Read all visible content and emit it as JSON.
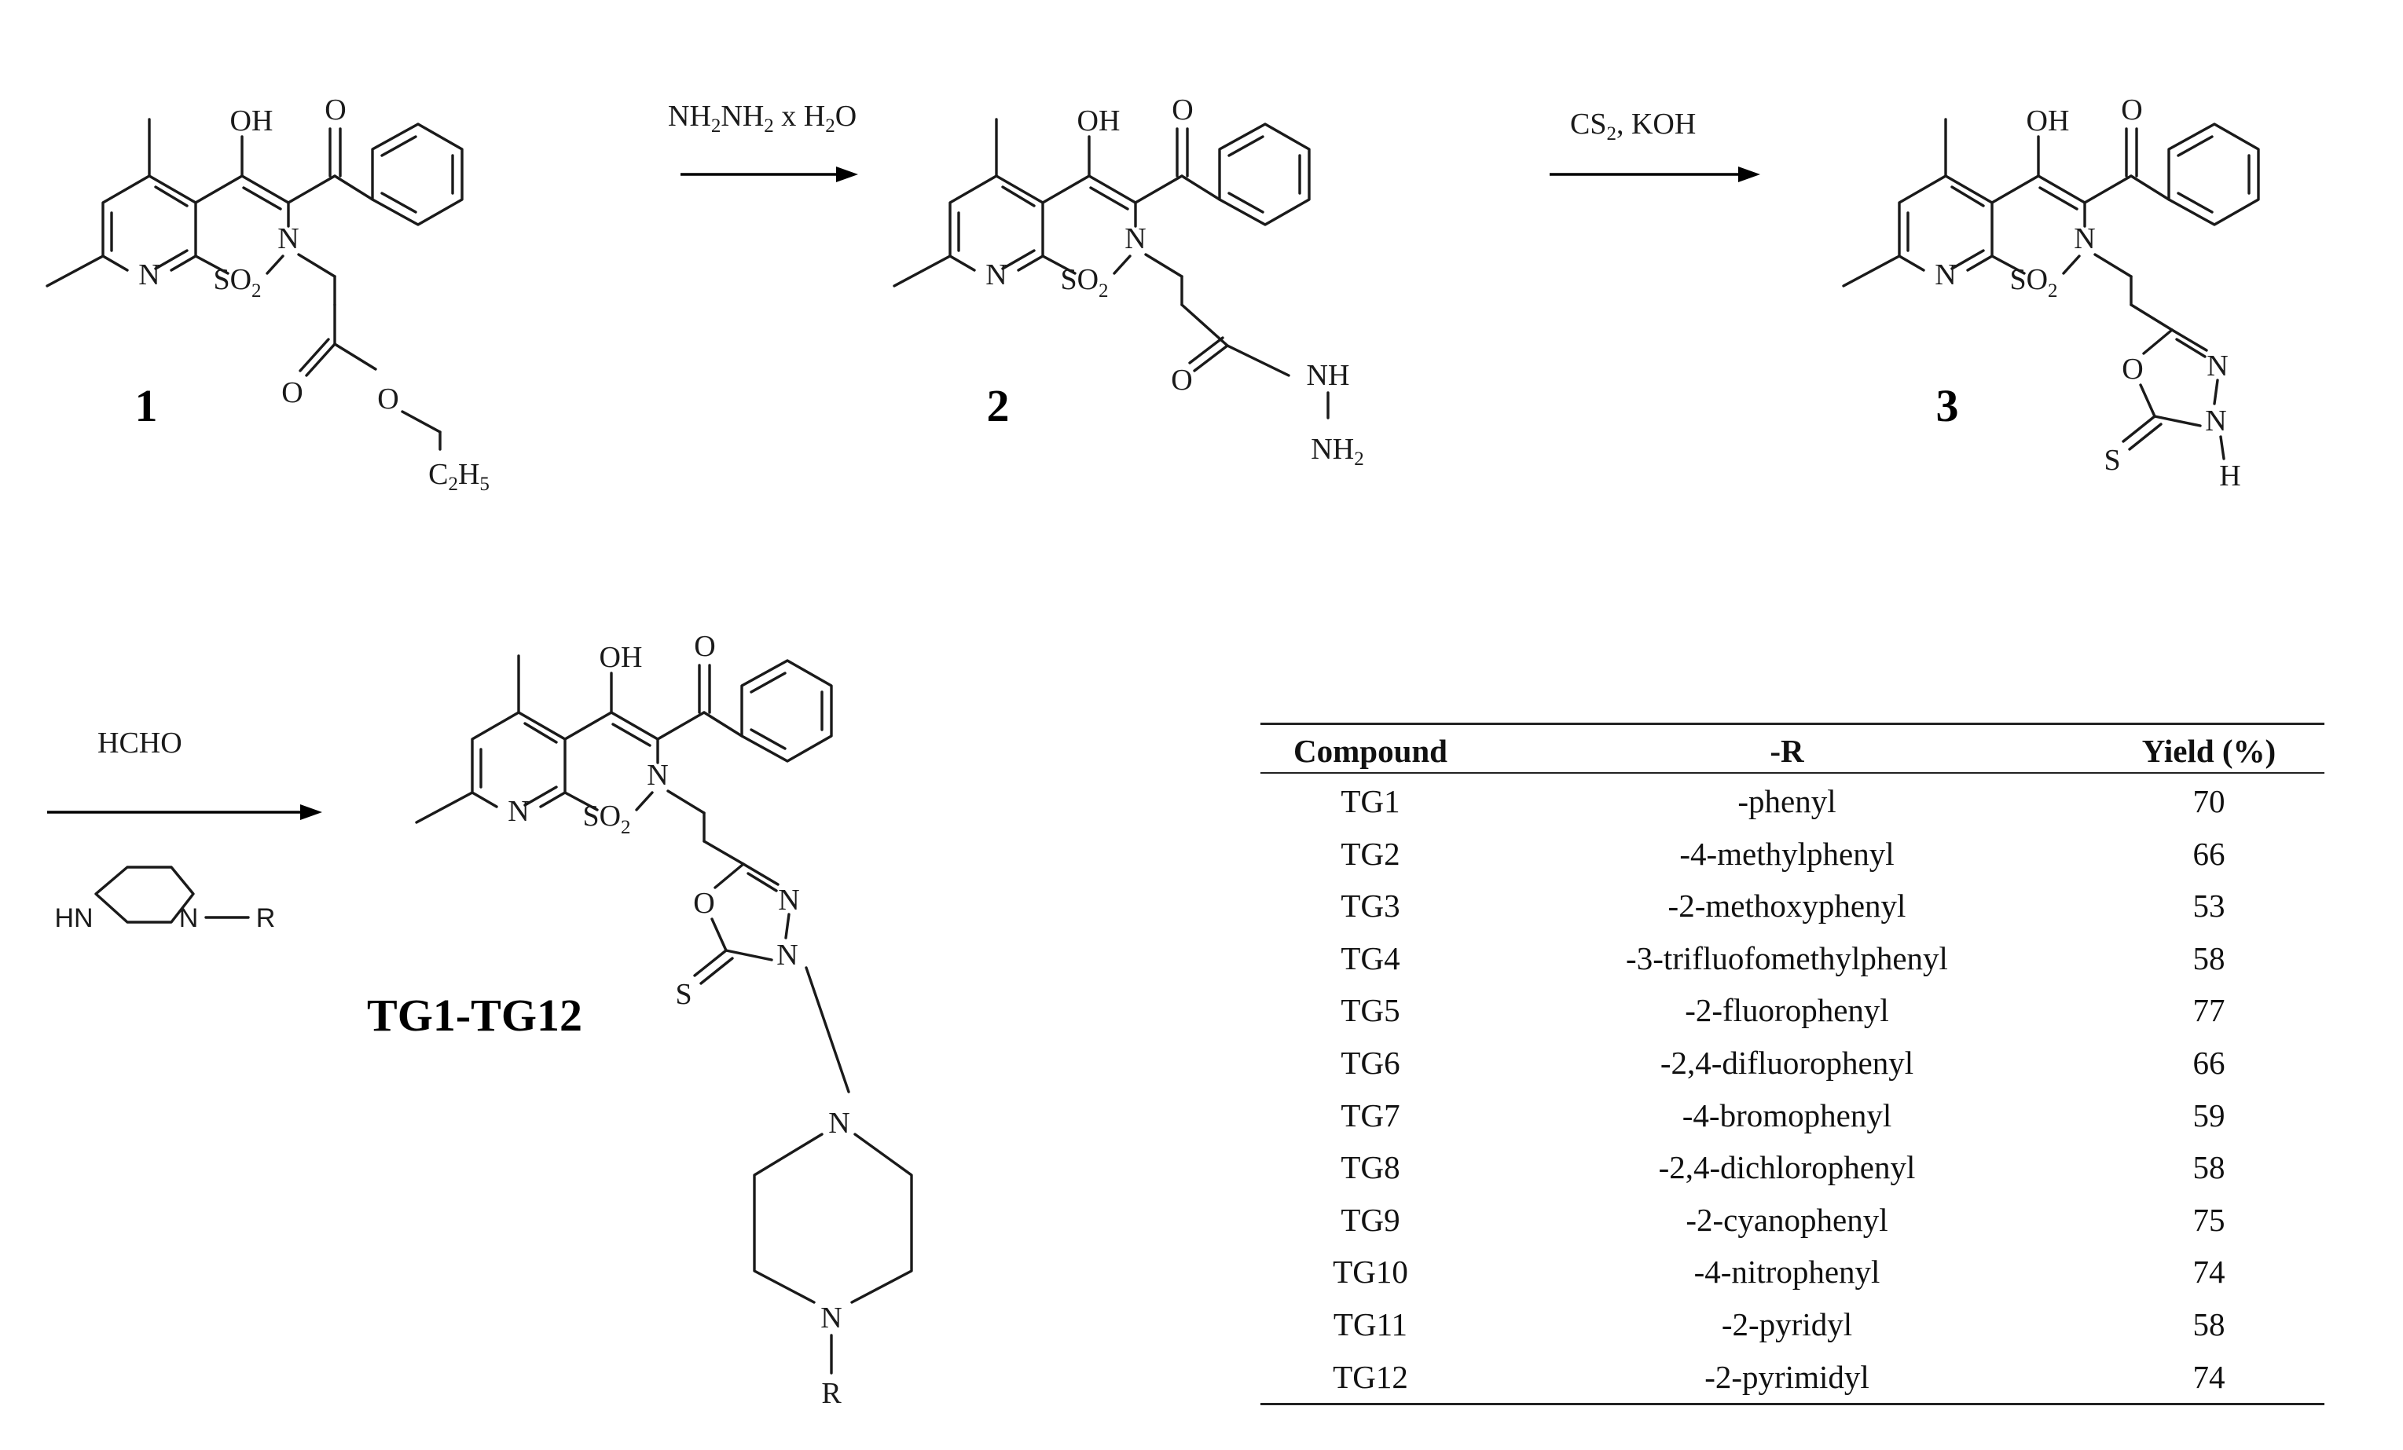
{
  "labels": {
    "OH": "OH",
    "O": "O",
    "N": "N",
    "SO": "SO",
    "two": "2",
    "H": "H",
    "S": "S",
    "NH": "NH",
    "HN": "HN",
    "R": "R",
    "C": "C",
    "five": "5"
  },
  "compounds": {
    "c1": "1",
    "c2": "2",
    "c3": "3",
    "tg": "TG1-TG12"
  },
  "reagents": {
    "step1_a": "NH",
    "step1_b": "NH",
    "step1_c": " x H",
    "step1_d": "O",
    "step1_sub": "2",
    "step2_a": "CS",
    "step2_b": ", KOH",
    "step2_sub": "2",
    "step3": "HCHO"
  },
  "table": {
    "headers": [
      "Compound",
      "-R",
      "Yield (%)"
    ],
    "rows": [
      [
        "TG1",
        "-phenyl",
        "70"
      ],
      [
        "TG2",
        "-4-methylphenyl",
        "66"
      ],
      [
        "TG3",
        "-2-methoxyphenyl",
        "53"
      ],
      [
        "TG4",
        "-3-trifluofomethylphenyl",
        "58"
      ],
      [
        "TG5",
        "-2-fluorophenyl",
        "77"
      ],
      [
        "TG6",
        "-2,4-difluorophenyl",
        "66"
      ],
      [
        "TG7",
        "-4-bromophenyl",
        "59"
      ],
      [
        "TG8",
        "-2,4-dichlorophenyl",
        "58"
      ],
      [
        "TG9",
        "-2-cyanophenyl",
        "75"
      ],
      [
        "TG10",
        "-4-nitrophenyl",
        "74"
      ],
      [
        "TG11",
        "-2-pyridyl",
        "58"
      ],
      [
        "TG12",
        "-2-pyrimidyl",
        "74"
      ]
    ]
  }
}
